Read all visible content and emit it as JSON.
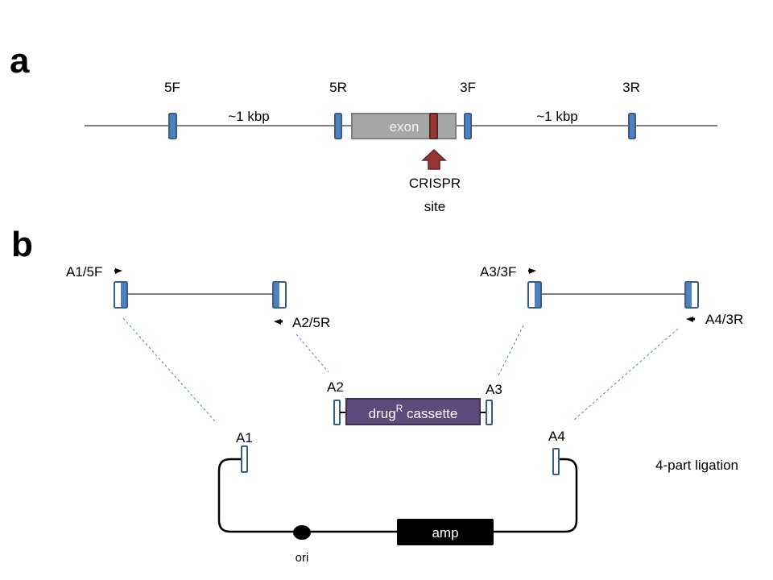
{
  "panel_a": {
    "label": "a",
    "primers": [
      "5F",
      "5R",
      "3F",
      "3R"
    ],
    "distance_left": "~1 kbp",
    "distance_right": "~1 kbp",
    "exon_label": "exon",
    "crispr_label_line1": "CRISPR",
    "crispr_label_line2": "site"
  },
  "panel_b": {
    "label": "b",
    "primer_left_fwd": "A1/5F",
    "primer_left_rev": "A2/5R",
    "primer_right_fwd": "A3/3F",
    "primer_right_rev": "A4/3R",
    "adapter_a1": "A1",
    "adapter_a2": "A2",
    "adapter_a3": "A3",
    "adapter_a4": "A4",
    "cassette_text": "drug",
    "cassette_superscript": "R",
    "cassette_suffix": " cassette",
    "amp_label": "amp",
    "ori_label": "ori",
    "ligation_label": "4-part ligation"
  },
  "colors": {
    "primer_blue": "#4f81bd",
    "primer_border": "#385d8a",
    "line_gray": "#808080",
    "exon_fill": "#a6a6a6",
    "crispr_red": "#953735",
    "cassette_purple": "#604a7b",
    "dash_blue": "#4f81bd"
  }
}
